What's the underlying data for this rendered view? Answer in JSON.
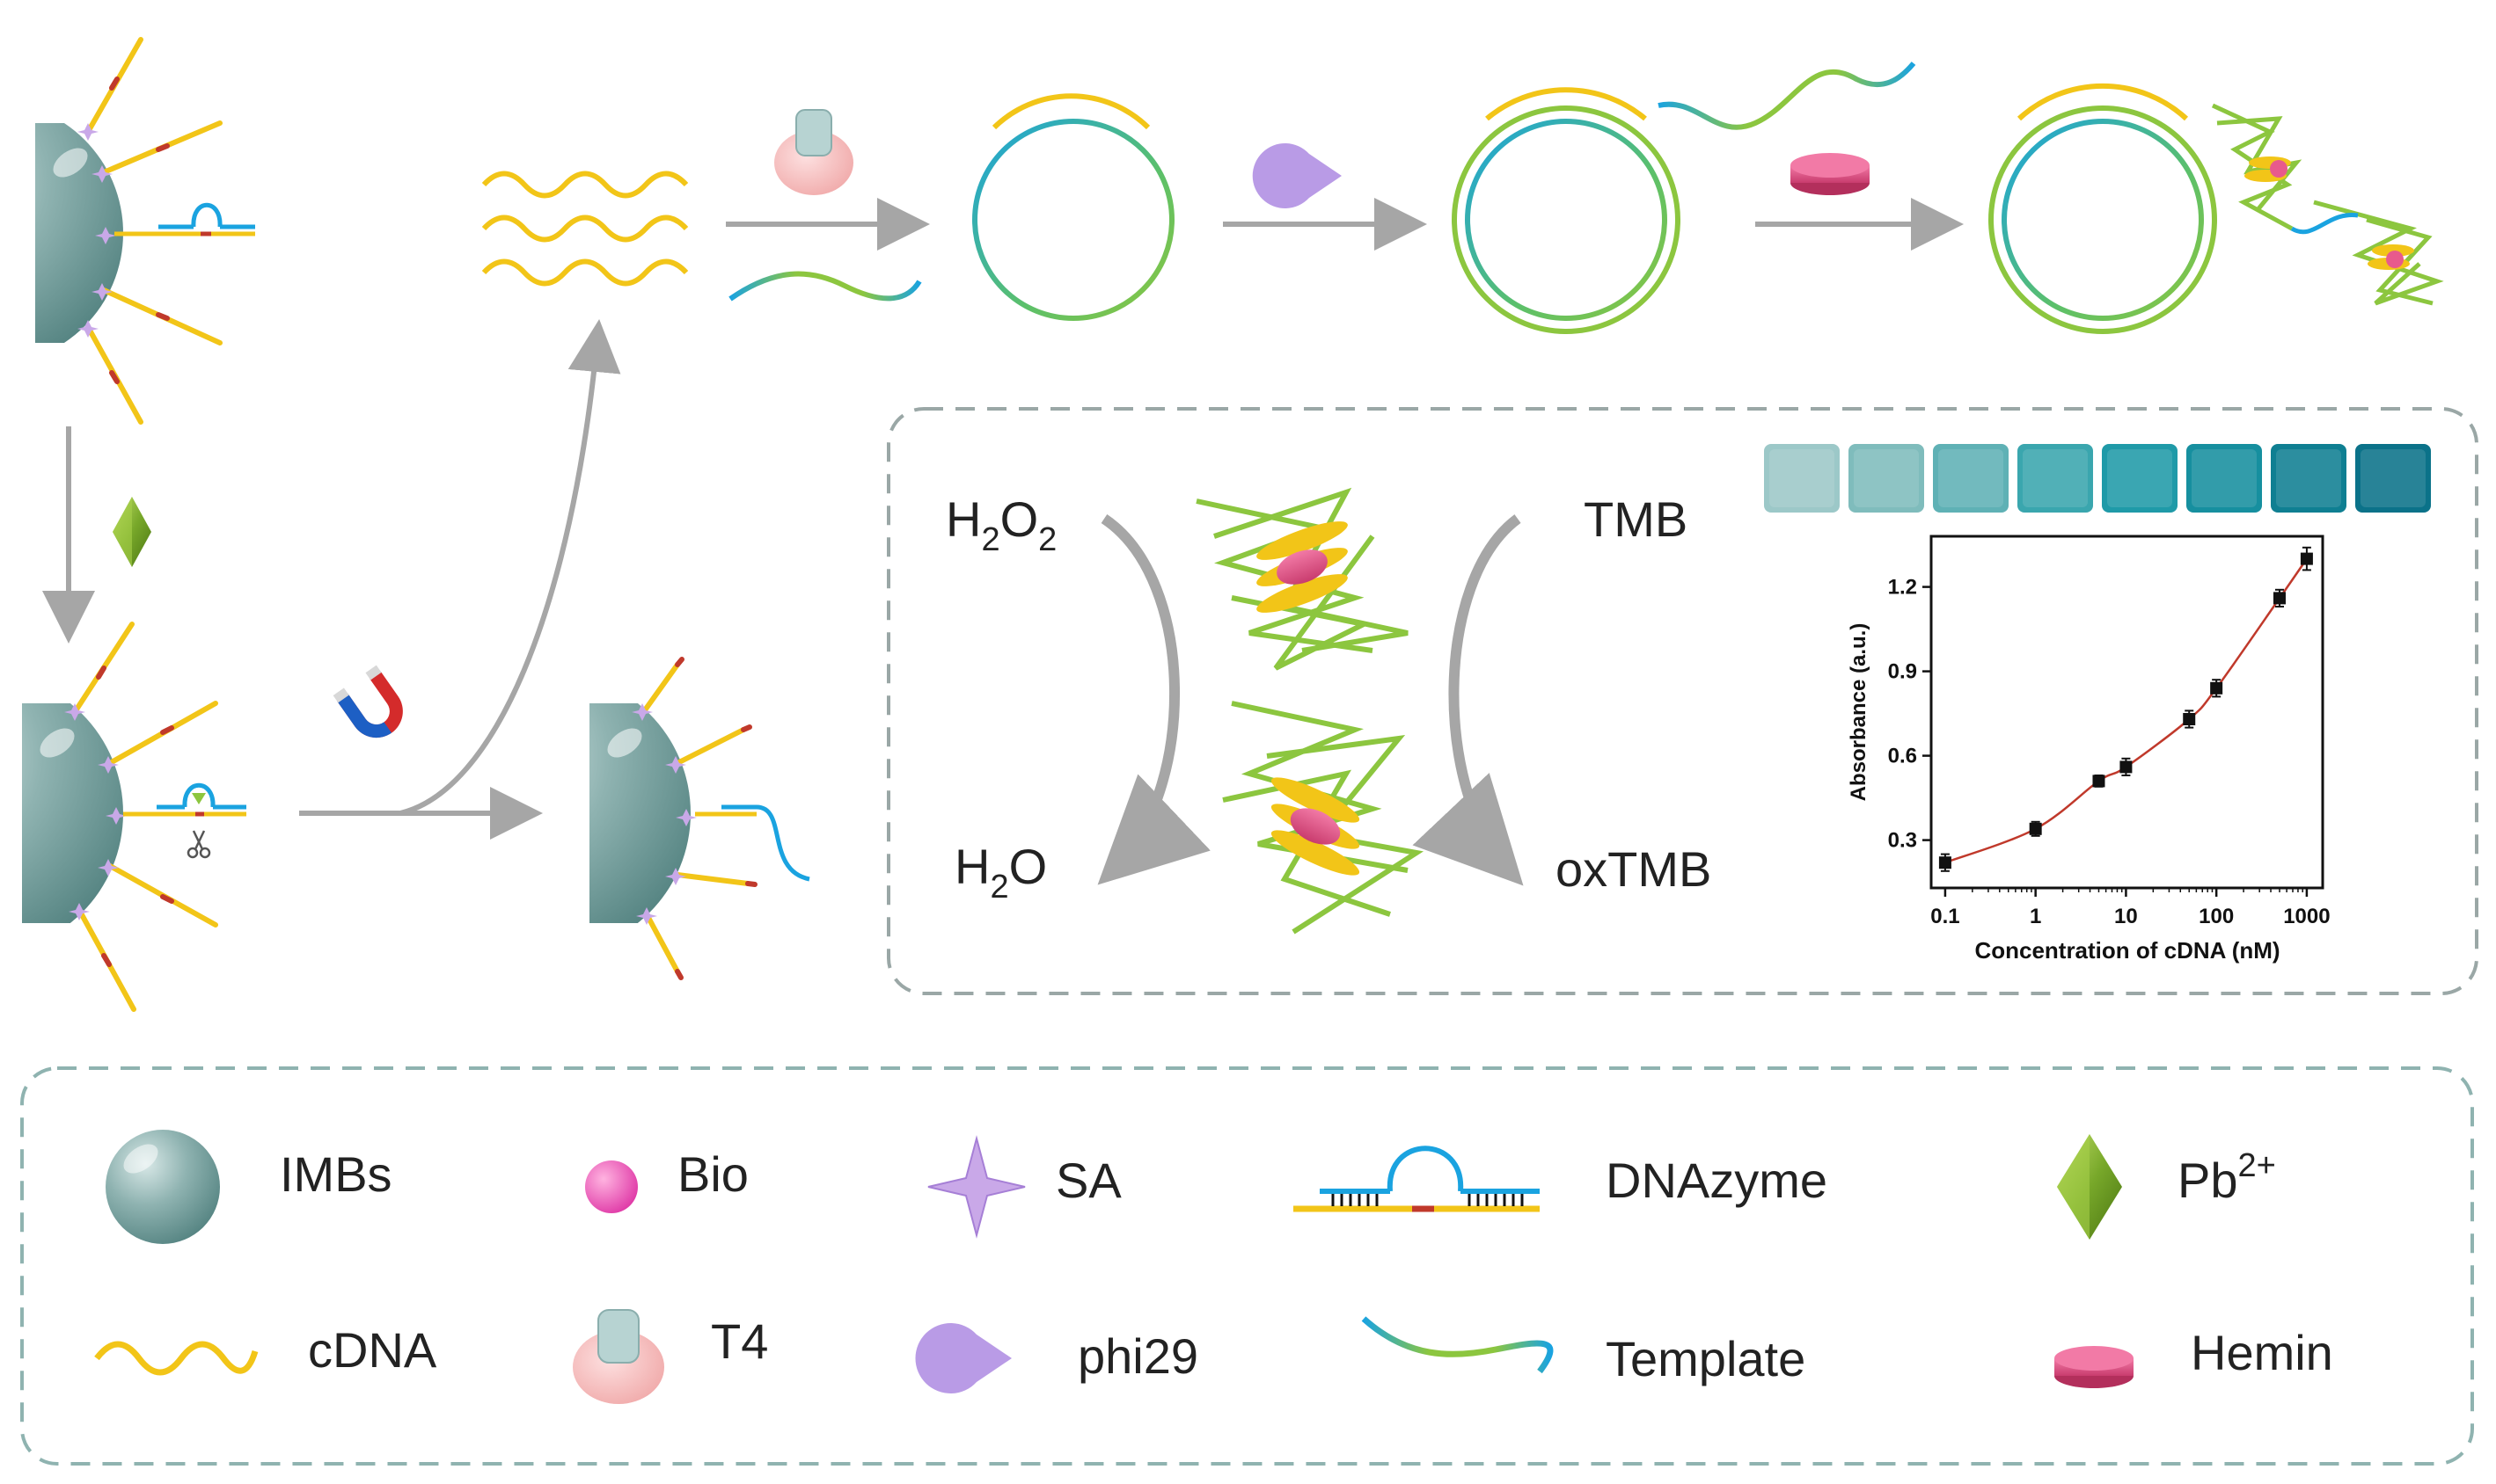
{
  "colors": {
    "yellow": "#f2c518",
    "blue": "#1aa3e0",
    "green": "#8cc63f",
    "bead": "#7fa8a6",
    "arrow": "#a6a6a6",
    "dashed_border": "#9aa7a6",
    "legend_border": "#8fb3b0",
    "purple": "#b99be6",
    "pink": "#e85a8c",
    "curve": "#c0392b",
    "tube_colors": [
      "#9cc8c8",
      "#7fbcbc",
      "#5fb1b5",
      "#3aa6ae",
      "#1f9aa8",
      "#168f9f",
      "#0f7f92",
      "#0b7289"
    ]
  },
  "cycle": {
    "h2o2_main": "H",
    "h2o2_sub1": "2",
    "h2o2_mid": "O",
    "h2o2_sub2": "2",
    "h2o_main": "H",
    "h2o_sub": "2",
    "h2o_end": "O",
    "tmb": "TMB",
    "oxtmb": "oxTMB"
  },
  "chart_data": {
    "type": "scatter",
    "title": "",
    "xlabel": "Concentration of cDNA (nM)",
    "ylabel": "Absorbance (a.u.)",
    "x_scale": "log",
    "xlim": [
      0.07,
      1500
    ],
    "ylim": [
      0.13,
      1.38
    ],
    "x_ticks": [
      "0.1",
      "1",
      "10",
      "100",
      "1000"
    ],
    "y_ticks": [
      "0.3",
      "0.6",
      "0.9",
      "1.2"
    ],
    "points": [
      {
        "x": 0.1,
        "y": 0.22,
        "err": 0.03
      },
      {
        "x": 1,
        "y": 0.34,
        "err": 0.025
      },
      {
        "x": 5,
        "y": 0.51,
        "err": 0.02
      },
      {
        "x": 10,
        "y": 0.56,
        "err": 0.03
      },
      {
        "x": 50,
        "y": 0.73,
        "err": 0.03
      },
      {
        "x": 100,
        "y": 0.84,
        "err": 0.03
      },
      {
        "x": 500,
        "y": 1.16,
        "err": 0.03
      },
      {
        "x": 1000,
        "y": 1.3,
        "err": 0.04
      }
    ],
    "grid": false,
    "fit_curve": true
  },
  "legend": {
    "imbs": "IMBs",
    "bio": "Bio",
    "sa": "SA",
    "dnazyme": "DNAzyme",
    "pb_main": "Pb",
    "pb_sup": "2+",
    "cdna": "cDNA",
    "t4": "T4",
    "phi29": "phi29",
    "template": "Template",
    "hemin": "Hemin"
  }
}
